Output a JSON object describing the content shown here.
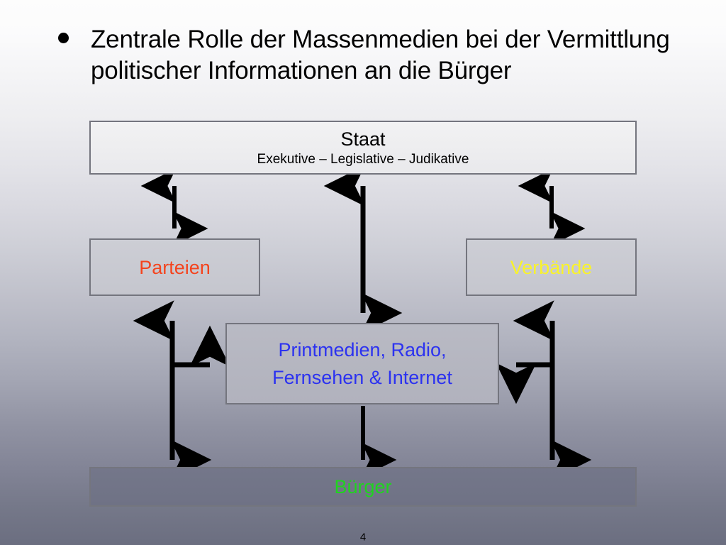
{
  "slide": {
    "page_number": "4",
    "title": {
      "bullet": "•",
      "text": "Zentrale Rolle der Massenmedien bei der Vermittlung politischer Informationen an die Bürger"
    },
    "background": {
      "gradient_top": "#fdfdfd",
      "gradient_bottom": "#6b6e80"
    }
  },
  "diagram": {
    "nodes": {
      "staat": {
        "title": "Staat",
        "subtitle": "Exekutive – Legislative – Judikative",
        "text_color": "#000000",
        "border_color": "#74757e",
        "fill_color": "#eeeef1"
      },
      "parteien": {
        "title": "Parteien",
        "text_color": "#f4441e",
        "border_color": "#74757e",
        "fill_color": "#c9cad2"
      },
      "verbaende": {
        "title": "Verbände",
        "text_color": "#f9f329",
        "border_color": "#74757e",
        "fill_color": "#c9cad2"
      },
      "medien": {
        "title": "Printmedien, Radio, Fernsehen & Internet",
        "line1": "Printmedien, Radio,",
        "line2": "Fernsehen & Internet",
        "text_color": "#2c32f0",
        "border_color": "#74757e",
        "fill_color": "#b5b6c1"
      },
      "buerger": {
        "title": "Bürger",
        "text_color": "#1fd41f",
        "border_color": "#56596a",
        "fill_color": "#717487"
      }
    },
    "connectors": [
      {
        "name": "staat-parteien",
        "from": "staat",
        "to": "parteien",
        "style": "double-arrow-vertical",
        "color": "#000000"
      },
      {
        "name": "staat-medien",
        "from": "staat",
        "to": "medien",
        "style": "double-arrow-vertical",
        "color": "#000000"
      },
      {
        "name": "staat-verbaende",
        "from": "staat",
        "to": "verbaende",
        "style": "double-arrow-vertical",
        "color": "#000000"
      },
      {
        "name": "parteien-buerger",
        "from": "parteien",
        "to": "buerger",
        "style": "double-arrow-vertical",
        "color": "#000000"
      },
      {
        "name": "parteien-medien-branch",
        "from": "parteien",
        "to": "medien",
        "style": "single-arrow-right",
        "color": "#000000"
      },
      {
        "name": "verbaende-buerger",
        "from": "verbaende",
        "to": "buerger",
        "style": "double-arrow-vertical",
        "color": "#000000"
      },
      {
        "name": "verbaende-medien-branch",
        "from": "verbaende",
        "to": "medien",
        "style": "single-arrow-left",
        "color": "#000000"
      },
      {
        "name": "medien-buerger",
        "from": "medien",
        "to": "buerger",
        "style": "single-arrow-down",
        "color": "#000000"
      }
    ]
  }
}
